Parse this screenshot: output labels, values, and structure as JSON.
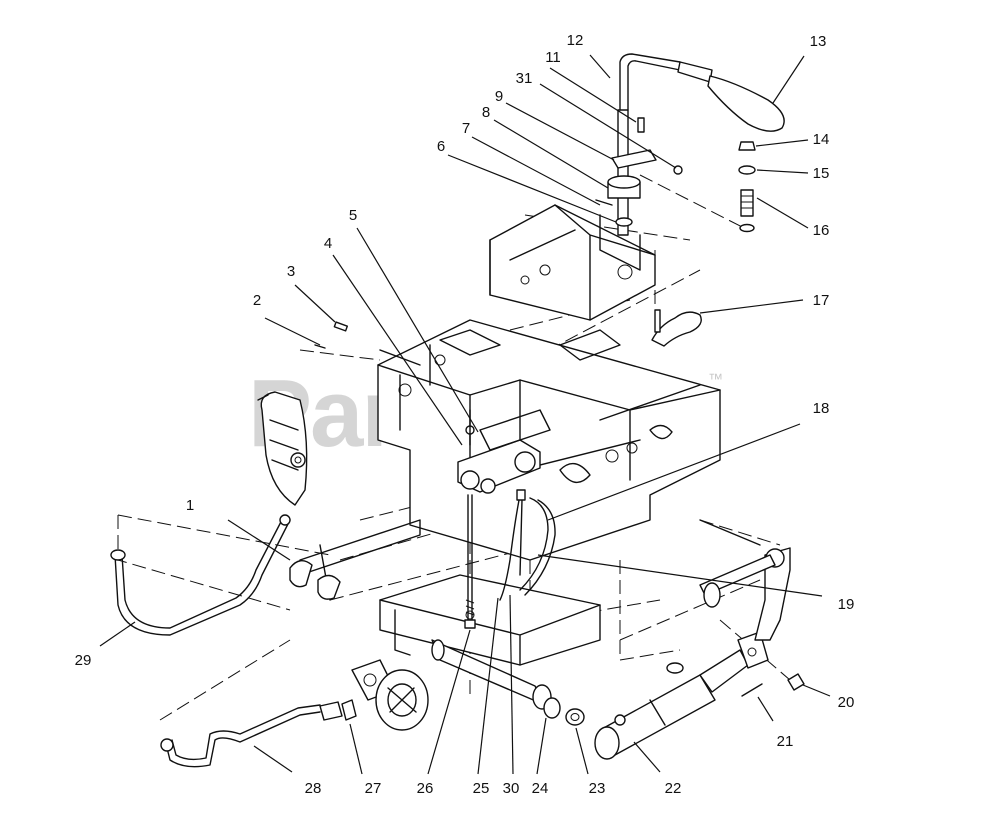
{
  "watermark": {
    "text": "PartsTree",
    "trademark": "™"
  },
  "callouts": [
    {
      "id": "c1",
      "label": "1"
    },
    {
      "id": "c2",
      "label": "2"
    },
    {
      "id": "c3",
      "label": "3"
    },
    {
      "id": "c4",
      "label": "4"
    },
    {
      "id": "c5",
      "label": "5"
    },
    {
      "id": "c6",
      "label": "6"
    },
    {
      "id": "c7",
      "label": "7"
    },
    {
      "id": "c8",
      "label": "8"
    },
    {
      "id": "c9",
      "label": "9"
    },
    {
      "id": "c11",
      "label": "11"
    },
    {
      "id": "c12",
      "label": "12"
    },
    {
      "id": "c13",
      "label": "13"
    },
    {
      "id": "c14",
      "label": "14"
    },
    {
      "id": "c15",
      "label": "15"
    },
    {
      "id": "c16",
      "label": "16"
    },
    {
      "id": "c17",
      "label": "17"
    },
    {
      "id": "c18",
      "label": "18"
    },
    {
      "id": "c19",
      "label": "19"
    },
    {
      "id": "c20",
      "label": "20"
    },
    {
      "id": "c21",
      "label": "21"
    },
    {
      "id": "c22",
      "label": "22"
    },
    {
      "id": "c23",
      "label": "23"
    },
    {
      "id": "c24",
      "label": "24"
    },
    {
      "id": "c25",
      "label": "25"
    },
    {
      "id": "c26",
      "label": "26"
    },
    {
      "id": "c27",
      "label": "27"
    },
    {
      "id": "c28",
      "label": "28"
    },
    {
      "id": "c29",
      "label": "29"
    },
    {
      "id": "c30",
      "label": "30"
    },
    {
      "id": "c31",
      "label": "31"
    }
  ]
}
